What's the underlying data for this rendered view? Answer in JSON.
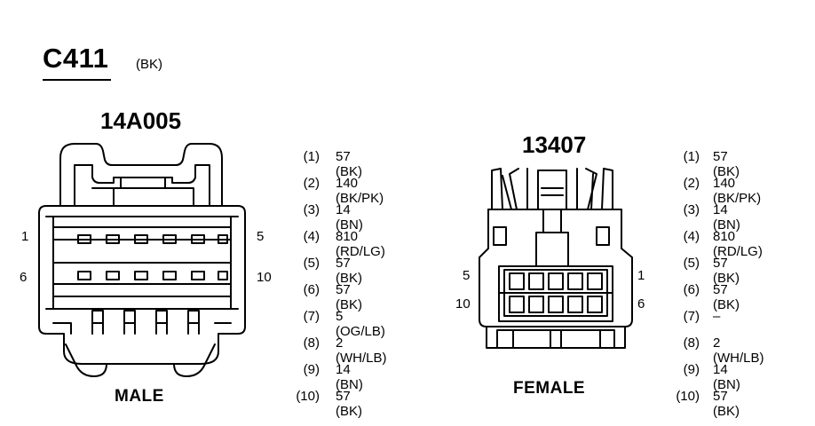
{
  "connector": {
    "id": "C411",
    "color_code": "(BK)"
  },
  "left_view": {
    "part_number": "14A005",
    "gender": "MALE",
    "pin_labels": {
      "top_left": "1",
      "top_right": "5",
      "bottom_left": "6",
      "bottom_right": "10"
    }
  },
  "right_view": {
    "part_number": "13407",
    "gender": "FEMALE",
    "pin_labels": {
      "top_left": "5",
      "top_right": "1",
      "bottom_left": "10",
      "bottom_right": "6"
    }
  },
  "left_pinout": [
    {
      "pin": "(1)",
      "wire": "57 (BK)"
    },
    {
      "pin": "(2)",
      "wire": "140 (BK/PK)"
    },
    {
      "pin": "(3)",
      "wire": "14 (BN)"
    },
    {
      "pin": "(4)",
      "wire": "810 (RD/LG)"
    },
    {
      "pin": "(5)",
      "wire": "57 (BK)"
    },
    {
      "pin": "(6)",
      "wire": "57 (BK)"
    },
    {
      "pin": "(7)",
      "wire": "5 (OG/LB)"
    },
    {
      "pin": "(8)",
      "wire": "2 (WH/LB)"
    },
    {
      "pin": "(9)",
      "wire": "14 (BN)"
    },
    {
      "pin": "(10)",
      "wire": "57 (BK)"
    }
  ],
  "right_pinout": [
    {
      "pin": "(1)",
      "wire": "57 (BK)"
    },
    {
      "pin": "(2)",
      "wire": "140 (BK/PK)"
    },
    {
      "pin": "(3)",
      "wire": "14 (BN)"
    },
    {
      "pin": "(4)",
      "wire": "810 (RD/LG)"
    },
    {
      "pin": "(5)",
      "wire": "57 (BK)"
    },
    {
      "pin": "(6)",
      "wire": "57 (BK)"
    },
    {
      "pin": "(7)",
      "wire": "–"
    },
    {
      "pin": "(8)",
      "wire": "2 (WH/LB)"
    },
    {
      "pin": "(9)",
      "wire": "14 (BN)"
    },
    {
      "pin": "(10)",
      "wire": "57 (BK)"
    }
  ]
}
